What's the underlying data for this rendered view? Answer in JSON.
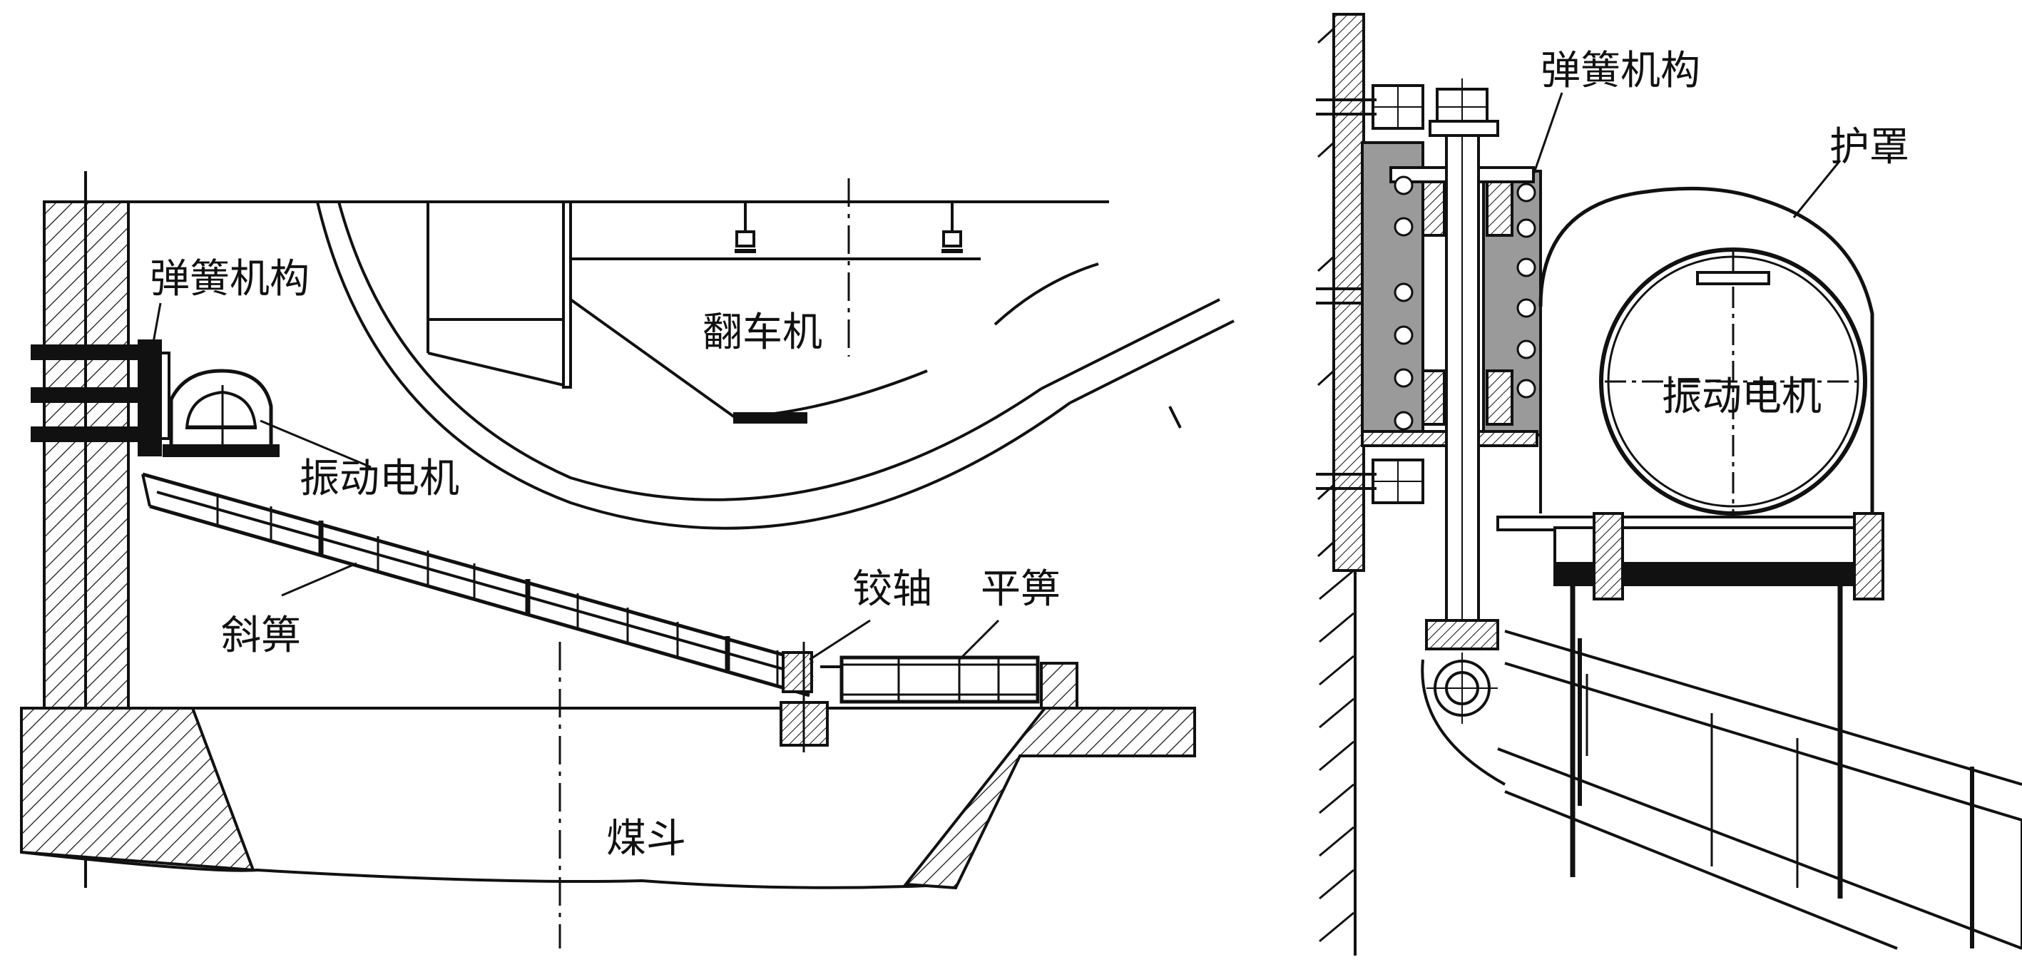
{
  "left_figure": {
    "labels": {
      "spring_mechanism": "弹簧机构",
      "vibration_motor": "振动电机",
      "car_dumper": "翻车机",
      "inclined_grate": "斜箅",
      "hinge_shaft": "铰轴",
      "flat_grate": "平箅",
      "coal_hopper": "煤斗"
    }
  },
  "right_figure": {
    "labels": {
      "spring_mechanism": "弹簧机构",
      "guard_cover": "护罩",
      "vibration_motor": "振动电机"
    }
  },
  "colors": {
    "line": "#111111",
    "fill_gray": "#9a9a9a",
    "background": "#ffffff"
  }
}
